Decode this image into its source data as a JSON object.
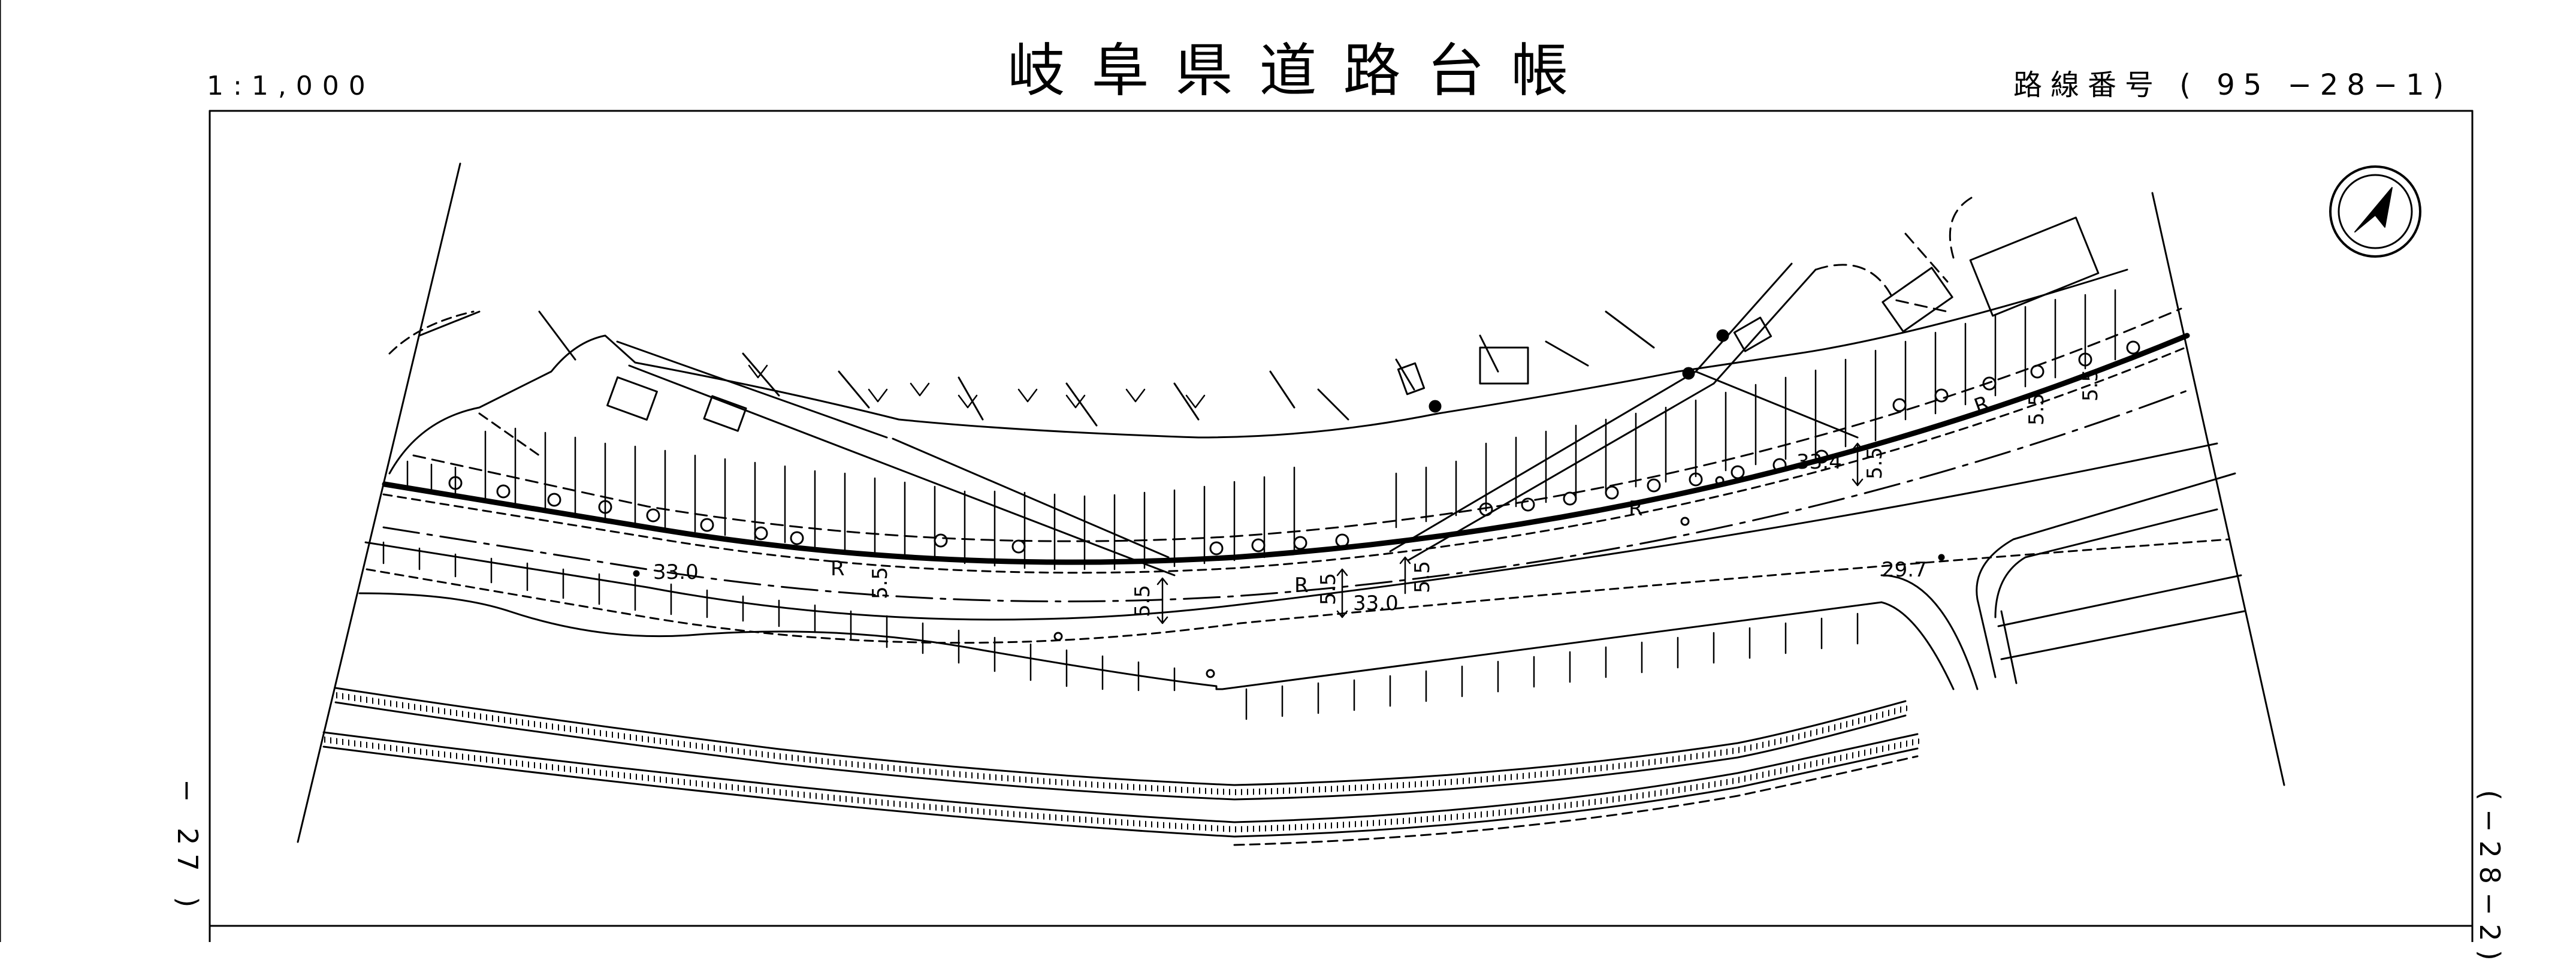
{
  "header": {
    "title": "岐阜県道路台帳",
    "scale": "1:1,000",
    "route_number": "路線番号 ( 95 −28−1)"
  },
  "margin_refs": {
    "left": "− 27 )",
    "right": "(−28−2)"
  },
  "plan": {
    "north_arrow": "north-arrow-icon",
    "annotations": {
      "elev_1": "33.0",
      "elev_2": "33.0",
      "elev_3": "33.4",
      "elev_4": "29.7",
      "r_1": "R",
      "r_2": "R",
      "r_3": "R",
      "r_4": "R",
      "w_1": "5.5",
      "w_2": "5.5",
      "w_3": "5.5",
      "w_4": "5.5",
      "w_5": "5.5",
      "w_6": "5.5",
      "w_7": "5.5"
    }
  }
}
